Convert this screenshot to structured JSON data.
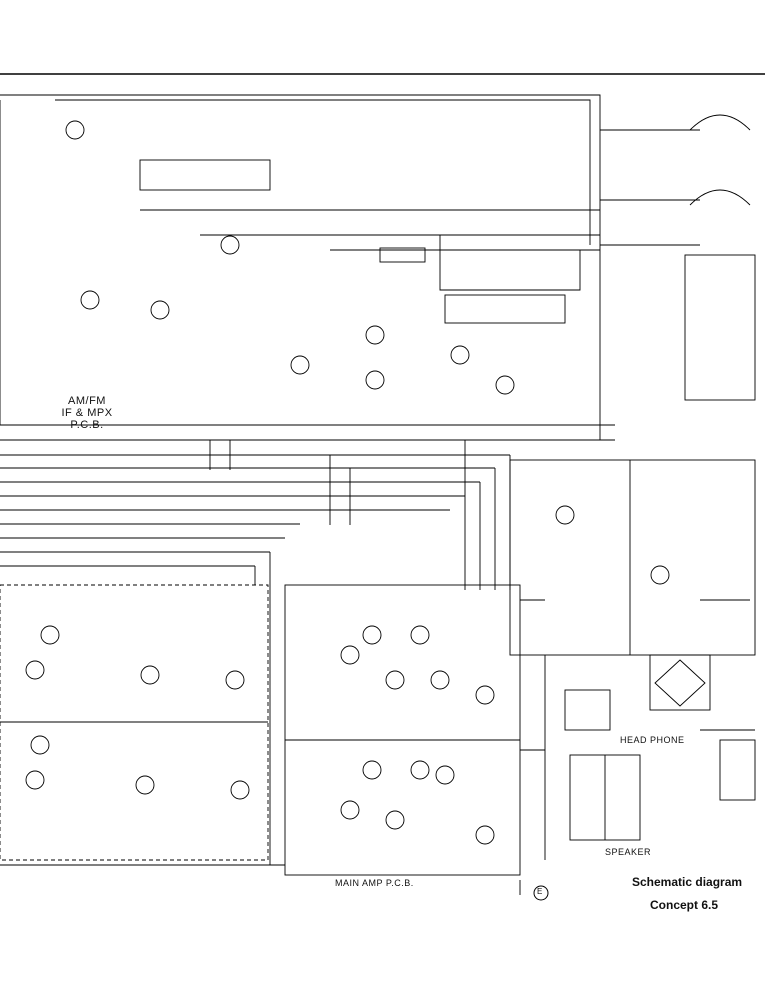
{
  "pcb_labels": {
    "amfm_line1": "AM/FM",
    "amfm_line2": "IF & MPX",
    "amfm_line3": "P.C.B.",
    "main_amp": "MAIN AMP P.C.B.",
    "head_phone": "HEAD PHONE",
    "speaker": "SPEAKER",
    "marker_e": "E"
  },
  "caption": {
    "line1": "Schematic diagram",
    "line2": "Concept 6.5"
  }
}
